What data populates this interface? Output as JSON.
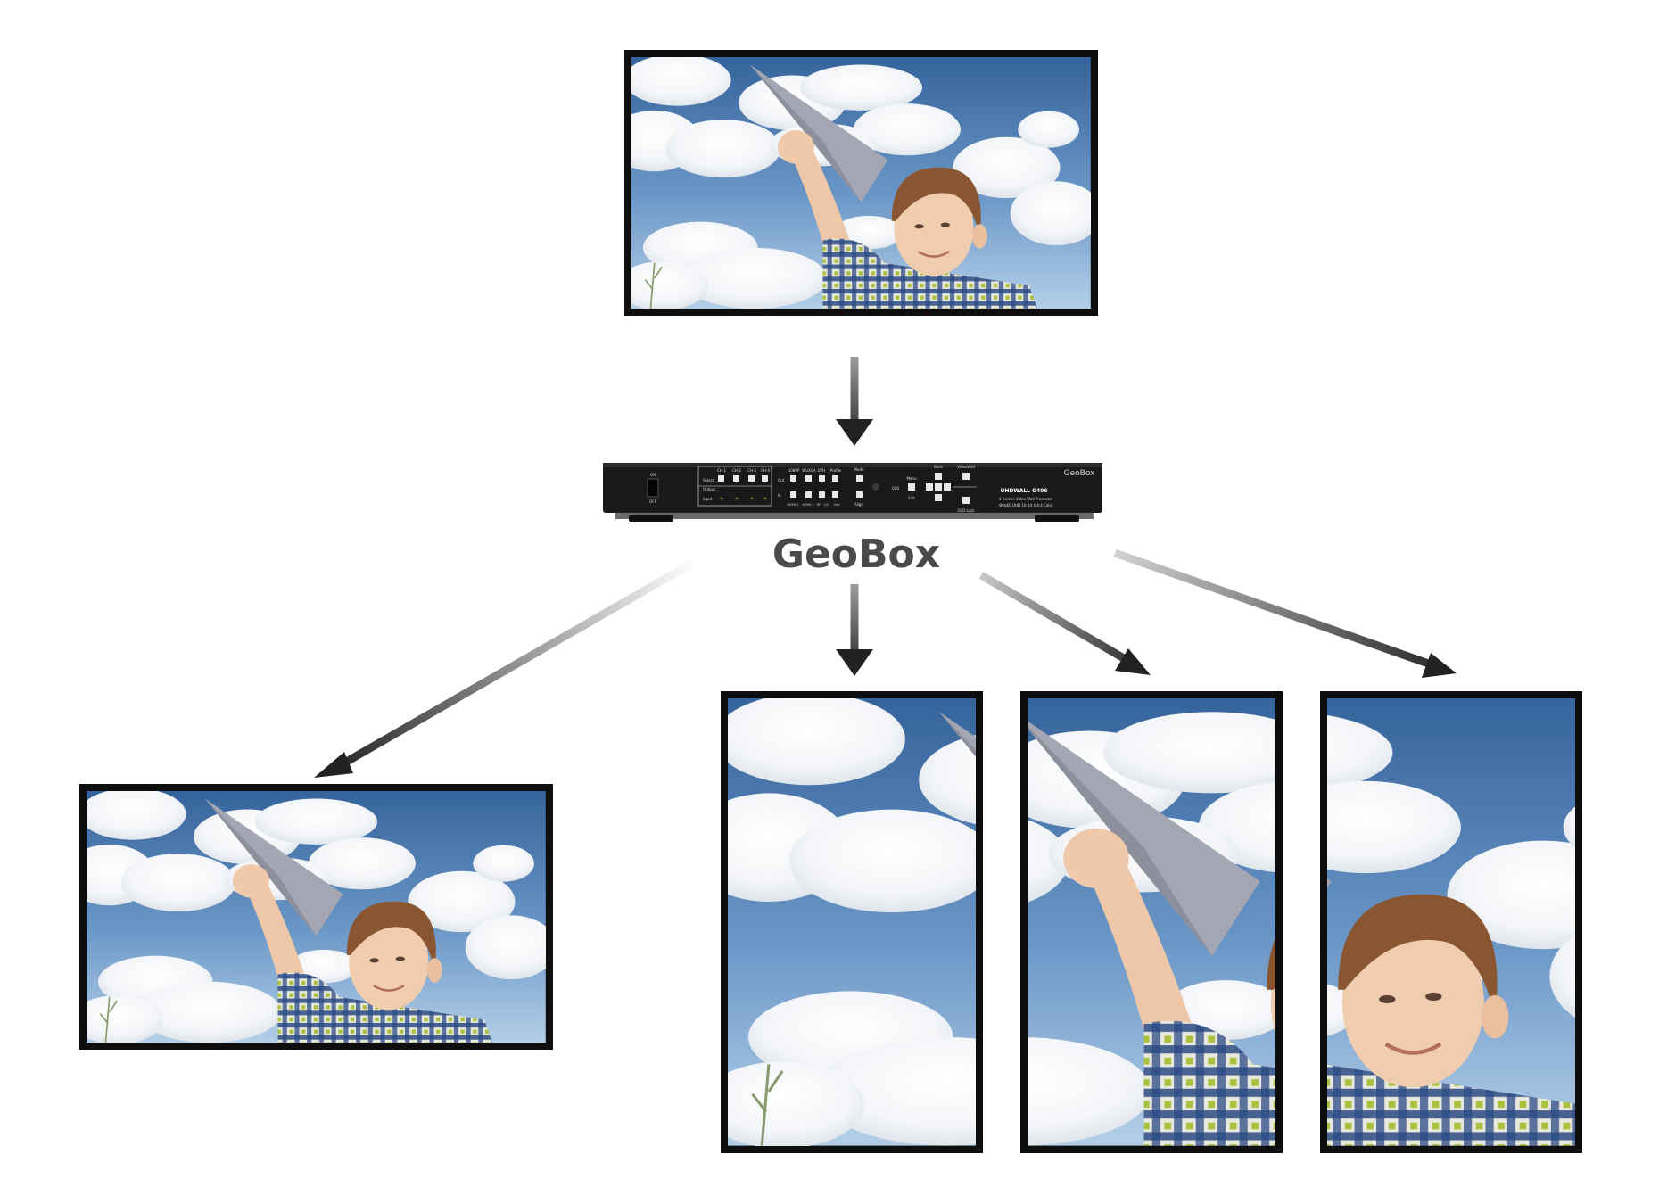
{
  "caption": "GeoBox",
  "device": {
    "brand": "GeoBox",
    "model": "UHDWALL G406",
    "desc_line1": "4-Screen Video Wall Processor",
    "desc_line2": "4K@60 UHD 10-Bit 4:4:4 Color",
    "power_on": "ON",
    "power_off": "OFF",
    "ch_labels": [
      "CH-1",
      "CH-2",
      "CH-3",
      "CH-4"
    ],
    "select_label": "Select",
    "output_label": "Output",
    "input_label": "Input",
    "res_labels": [
      "1080P",
      "WUXGA",
      "DTH",
      "Profile"
    ],
    "out_label": "Out",
    "in_label": "In",
    "input_labels": [
      "HDMI-1",
      "HDMI-2",
      "DP",
      "1/2",
      "Info"
    ],
    "mode_label": "Mode",
    "align_label": "Align",
    "osd_label": "OSD",
    "menu_label": "Menu",
    "exit_label": "Exit",
    "back_label": "Back",
    "videowall_label": "VideoWall",
    "osdlock_label": "OSD Lock"
  },
  "colors": {
    "frame": "#0e0e0e",
    "sky_top": "#36679f",
    "sky_bottom": "#aecbe6",
    "arrow": "#222222",
    "device_body": "#1b1b1b"
  }
}
